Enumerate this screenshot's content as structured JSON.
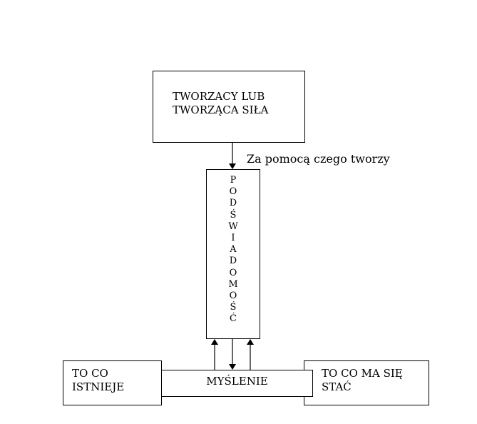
{
  "diagram": {
    "creator": {
      "line1": "TWORZACY LUB",
      "line2": "TWORZĄCA SIŁA"
    },
    "how_label": "Za pomocą czego tworzy",
    "subconscious_letters": [
      "P",
      "O",
      "D",
      "Ś",
      "W",
      "I",
      "A",
      "D",
      "O",
      "M",
      "O",
      "Ś",
      "Ć"
    ],
    "thinking": "MYŚLENIE",
    "exists": {
      "line1": "TO CO",
      "line2": "ISTNIEJE"
    },
    "future": {
      "line1": "TO CO MA SIĘ",
      "line2": "STAĆ"
    }
  }
}
